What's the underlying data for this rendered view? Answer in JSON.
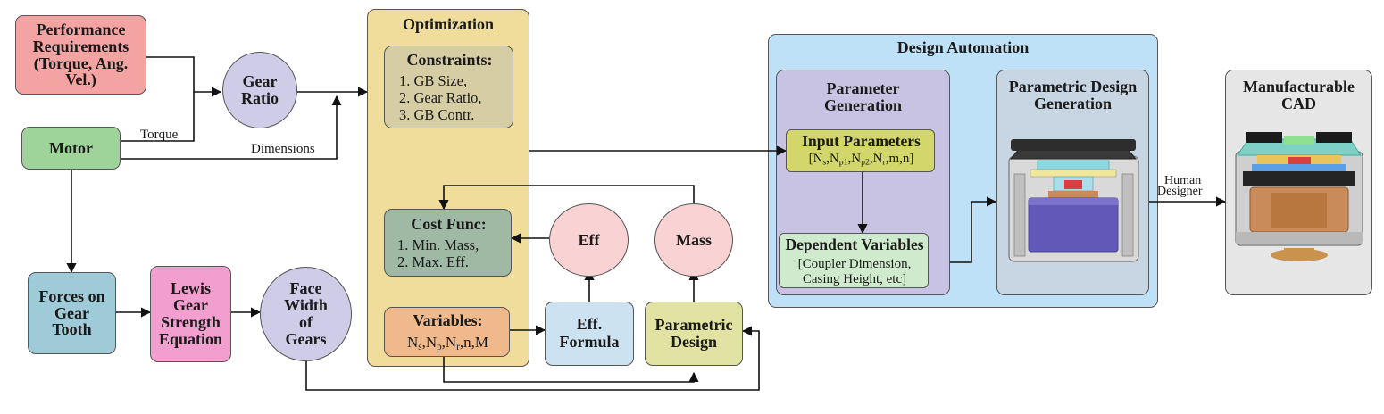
{
  "title_optimization": "Optimization",
  "title_design_automation": "Design Automation",
  "nodes": {
    "perf_req": "Performance Requirements (Torque, Ang. Vel.)",
    "gear_ratio": "Gear Ratio",
    "motor": "Motor",
    "forces": "Forces on Gear Tooth",
    "lewis": "Lewis Gear Strength Equation",
    "face_width": "Face Width of Gears",
    "eff": "Eff",
    "mass": "Mass",
    "eff_formula": "Eff. Formula",
    "param_design": "Parametric Design",
    "param_gen_title": "Parameter Generation",
    "pdg_title": "Parametric Design Generation",
    "manuf_cad": "Manufacturable CAD"
  },
  "constraints": {
    "title": "Constraints:",
    "items": [
      "1. GB Size,",
      "2. Gear Ratio,",
      "3. GB Contr."
    ]
  },
  "cost_func": {
    "title": "Cost Func:",
    "items": [
      "1. Min. Mass,",
      "2. Max. Eff."
    ]
  },
  "variables": {
    "title": "Variables:",
    "formula": "Ns,Np,Nr,n,M"
  },
  "input_params": {
    "title": "Input Parameters",
    "formula": "[Ns,Np1,Np2,Nr,m,n]"
  },
  "dependent_vars": {
    "title": "Dependent Variables",
    "detail": [
      "[Coupler Dimension,",
      "Casing Height, etc]"
    ]
  },
  "edge_labels": {
    "torque": "Torque",
    "dimensions": "Dimensions",
    "human": "Human",
    "designer": "Designer"
  },
  "colors": {
    "perf_req": "#f4a3a3",
    "gear_ratio": "#cfcce8",
    "motor": "#9ed39a",
    "forces": "#9fcbd8",
    "lewis": "#f29fd0",
    "face_width": "#cfcce8",
    "optimization_panel": "#f0dd9c",
    "constraints": "#d7cda4",
    "cost_func": "#9fb9a5",
    "variables": "#efb98c",
    "eff": "#f9d3d3",
    "mass": "#f9d3d3",
    "eff_formula": "#cde2f1",
    "param_design": "#e0e3a1",
    "design_automation_panel": "#bfe1f7",
    "param_gen_panel": "#c9c3e3",
    "input_params": "#d3d76b",
    "dependent_vars": "#cfeacc",
    "pdg_panel": "#c8d6e3",
    "manuf_cad_panel": "#e6e6e6"
  }
}
